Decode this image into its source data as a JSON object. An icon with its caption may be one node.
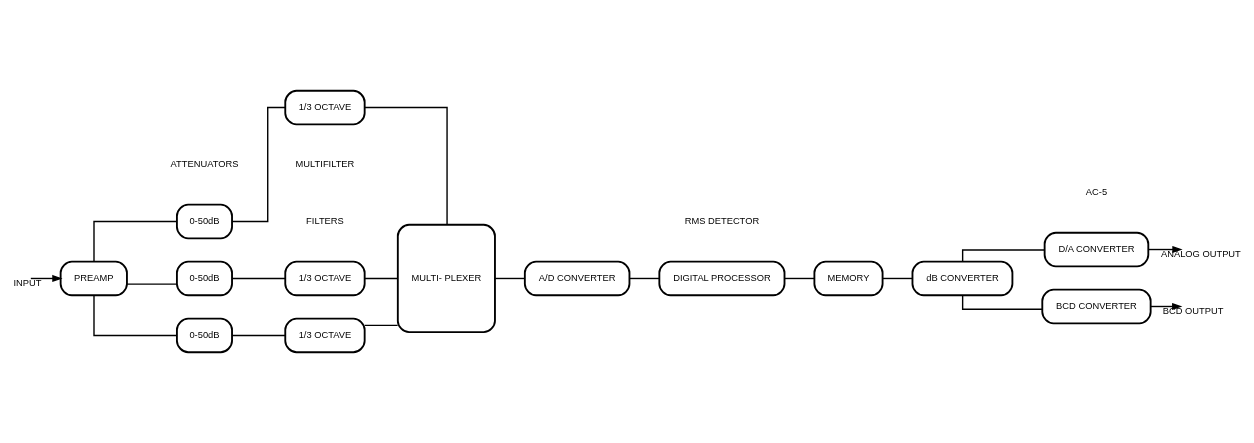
{
  "diagram": {
    "nodes": [
      {
        "text": [
          "PREAMP"
        ]
      },
      {
        "text": [
          "0-50dB"
        ]
      },
      {
        "text": [
          "0-50dB"
        ]
      },
      {
        "text": [
          "0-50dB"
        ]
      },
      {
        "text": [
          "1/3 OCTAVE"
        ]
      },
      {
        "text": [
          "1/3 OCTAVE"
        ]
      },
      {
        "text": [
          "1/3 OCTAVE"
        ]
      },
      {
        "text": [
          "MULTI- PLEXER"
        ]
      },
      {
        "text": [
          "A/D CONVERTER"
        ]
      },
      {
        "text": [
          "DIGITAL PROCESSOR"
        ]
      },
      {
        "text": [
          "MEMORY"
        ]
      },
      {
        "text": [
          "dB CONVERTER"
        ]
      },
      {
        "text": [
          "D/A CONVERTER"
        ]
      },
      {
        "text": [
          "BCD CONVERTER"
        ]
      }
    ],
    "edges": [
      {
        "from": null,
        "to": 0,
        "arrow": "to",
        "label": "INPUT"
      },
      {
        "from": 0,
        "to": 1,
        "arrow": "none"
      },
      {
        "from": 0,
        "to": 2,
        "arrow": "none"
      },
      {
        "from": 0,
        "to": 3,
        "arrow": "none"
      },
      {
        "from": 1,
        "to": 4,
        "arrow": "none"
      },
      {
        "from": 2,
        "to": 5,
        "arrow": "none"
      },
      {
        "from": 3,
        "to": 6,
        "arrow": "none"
      },
      {
        "from": 4,
        "to": 7,
        "arrow": "none"
      },
      {
        "from": 5,
        "to": 7,
        "arrow": "none"
      },
      {
        "from": 6,
        "to": 7,
        "arrow": "none"
      },
      {
        "from": 7,
        "to": 8,
        "arrow": "none"
      },
      {
        "from": 8,
        "to": 9,
        "arrow": "none"
      },
      {
        "from": 9,
        "to": 10,
        "arrow": "none"
      },
      {
        "from": 10,
        "to": 11,
        "arrow": "none"
      },
      {
        "from": 11,
        "to": 12,
        "arrow": "none"
      },
      {
        "from": 11,
        "to": 13,
        "arrow": "none"
      },
      {
        "from": 12,
        "to": null,
        "arrow": "to",
        "label": "ANALOG OUTPUT"
      },
      {
        "from": 13,
        "to": null,
        "arrow": "to",
        "label": "BCD OUTPUT"
      }
    ],
    "labels": [
      "MULTIFILTER",
      "RMS DETECTOR",
      "ATTENUATORS",
      "FILTERS",
      "AC-5"
    ]
  }
}
